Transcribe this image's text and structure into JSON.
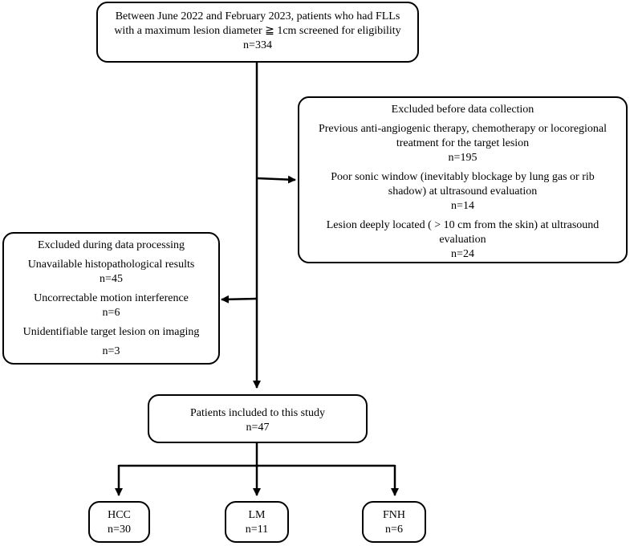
{
  "screening": {
    "line1": "Between June 2022 and February 2023, patients who had FLLs",
    "line2": "with a maximum lesion diameter ≧ 1cm screened for eligibility",
    "count": "n=334"
  },
  "excluded_before": {
    "title": "Excluded before data collection",
    "reasons": [
      {
        "line1": "Previous anti-angiogenic therapy, chemotherapy or locoregional",
        "line2": "treatment for the target lesion",
        "count": "n=195"
      },
      {
        "line1": "Poor sonic window (inevitably blockage by lung gas or rib",
        "line2": "shadow) at ultrasound evaluation",
        "count": "n=14"
      },
      {
        "line1": "Lesion deeply located ( > 10 cm from the skin) at ultrasound",
        "line2": "evaluation",
        "count": "n=24"
      }
    ]
  },
  "excluded_during": {
    "title": "Excluded during data processing",
    "reasons": [
      {
        "label": "Unavailable histopathological results",
        "count": "n=45"
      },
      {
        "label": "Uncorrectable motion interference",
        "count": "n=6"
      },
      {
        "label": "Unidentifiable target lesion on imaging",
        "count": "n=3"
      }
    ]
  },
  "included": {
    "label": "Patients included to this study",
    "count": "n=47"
  },
  "groups": [
    {
      "label": "HCC",
      "count": "n=30"
    },
    {
      "label": "LM",
      "count": "n=11"
    },
    {
      "label": "FNH",
      "count": "n=6"
    }
  ]
}
